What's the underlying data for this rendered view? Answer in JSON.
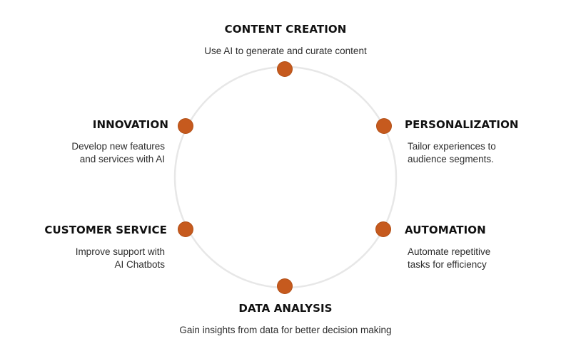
{
  "colors": {
    "node": "#c65a1e",
    "ring": "#e7e7e7",
    "title": "#111111",
    "text": "#2d2d2d"
  },
  "items": [
    {
      "title": "CONTENT CREATION",
      "description_lines": [
        "Use AI to generate and curate content"
      ]
    },
    {
      "title": "PERSONALIZATION",
      "description_lines": [
        "Tailor experiences to",
        "audience segments."
      ]
    },
    {
      "title": "AUTOMATION",
      "description_lines": [
        "Automate repetitive",
        "tasks for efficiency"
      ]
    },
    {
      "title": "DATA ANALYSIS",
      "description_lines": [
        "Gain insights from data for better decision making"
      ]
    },
    {
      "title": "CUSTOMER SERVICE",
      "description_lines": [
        "Improve support with",
        "AI Chatbots"
      ]
    },
    {
      "title": "INNOVATION",
      "description_lines": [
        "Develop new features",
        "and services with AI"
      ]
    }
  ]
}
